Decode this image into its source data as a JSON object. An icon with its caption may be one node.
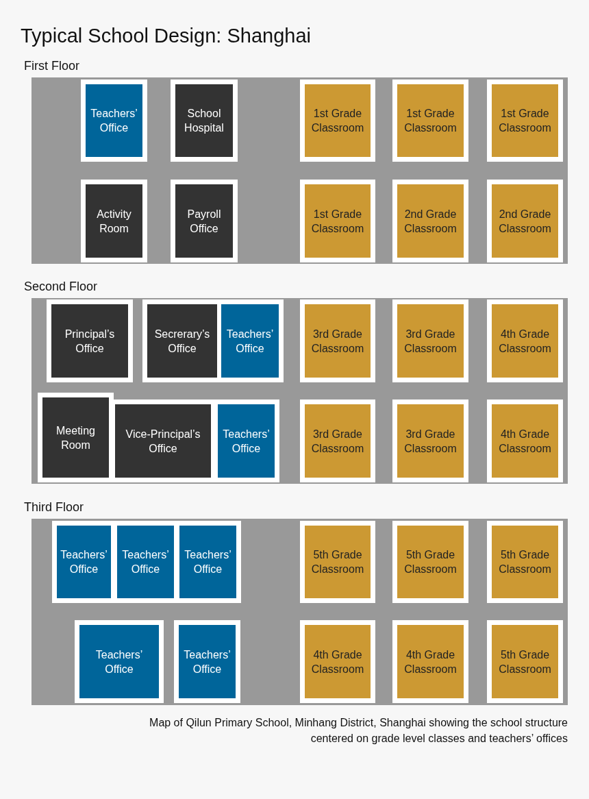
{
  "diagram": {
    "title": "Typical School Design: Shanghai",
    "caption": "Map of Qilun Primary School, Minhang District, Shanghai showing the school structure centered on grade level classes and teachers’ offices",
    "nodes": [
      {
        "text": [
          "First Floor"
        ]
      },
      {
        "text": [
          "Teachers’ Office"
        ],
        "in": 0
      },
      {
        "text": [
          "School Hospital"
        ],
        "in": 0
      },
      {
        "text": [
          "1st Grade Classroom"
        ],
        "in": 0
      },
      {
        "text": [
          "1st Grade Classroom"
        ],
        "in": 0
      },
      {
        "text": [
          "1st Grade Classroom"
        ],
        "in": 0
      },
      {
        "text": [
          "Activity Room"
        ],
        "in": 0
      },
      {
        "text": [
          "Payroll Office"
        ],
        "in": 0
      },
      {
        "text": [
          "1st Grade Classroom"
        ],
        "in": 0
      },
      {
        "text": [
          "2nd Grade Classroom"
        ],
        "in": 0
      },
      {
        "text": [
          "2nd Grade Classroom"
        ],
        "in": 0
      },
      {
        "text": [
          "Second Floor"
        ]
      },
      {
        "text": [
          "Principal’s Office"
        ],
        "in": 11
      },
      {
        "text": [
          "Secrerary’s Office"
        ],
        "in": 11
      },
      {
        "text": [
          "Teachers’ Office"
        ],
        "in": 11
      },
      {
        "text": [
          "3rd Grade Classroom"
        ],
        "in": 11
      },
      {
        "text": [
          "3rd Grade Classroom"
        ],
        "in": 11
      },
      {
        "text": [
          "4th Grade Classroom"
        ],
        "in": 11
      },
      {
        "text": [
          "Meeting Room"
        ],
        "in": 11
      },
      {
        "text": [
          "Vice-Principal’s Office"
        ],
        "in": 11
      },
      {
        "text": [
          "Teachers’ Office"
        ],
        "in": 11
      },
      {
        "text": [
          "3rd Grade Classroom"
        ],
        "in": 11
      },
      {
        "text": [
          "3rd Grade Classroom"
        ],
        "in": 11
      },
      {
        "text": [
          "4th Grade Classroom"
        ],
        "in": 11
      },
      {
        "text": [
          "Third Floor"
        ]
      },
      {
        "text": [
          "Teachers’ Office"
        ],
        "in": 24
      },
      {
        "text": [
          "Teachers’ Office"
        ],
        "in": 24
      },
      {
        "text": [
          "Teachers’ Office"
        ],
        "in": 24
      },
      {
        "text": [
          "5th Grade Classroom"
        ],
        "in": 24
      },
      {
        "text": [
          "5th Grade Classroom"
        ],
        "in": 24
      },
      {
        "text": [
          "5th Grade Classroom"
        ],
        "in": 24
      },
      {
        "text": [
          "Teachers’ Office"
        ],
        "in": 24
      },
      {
        "text": [
          "Teachers’ Office"
        ],
        "in": 24
      },
      {
        "text": [
          "4th Grade Classroom"
        ],
        "in": 24
      },
      {
        "text": [
          "4th Grade Classroom"
        ],
        "in": 24
      },
      {
        "text": [
          "5th Grade Classroom"
        ],
        "in": 24
      }
    ]
  }
}
